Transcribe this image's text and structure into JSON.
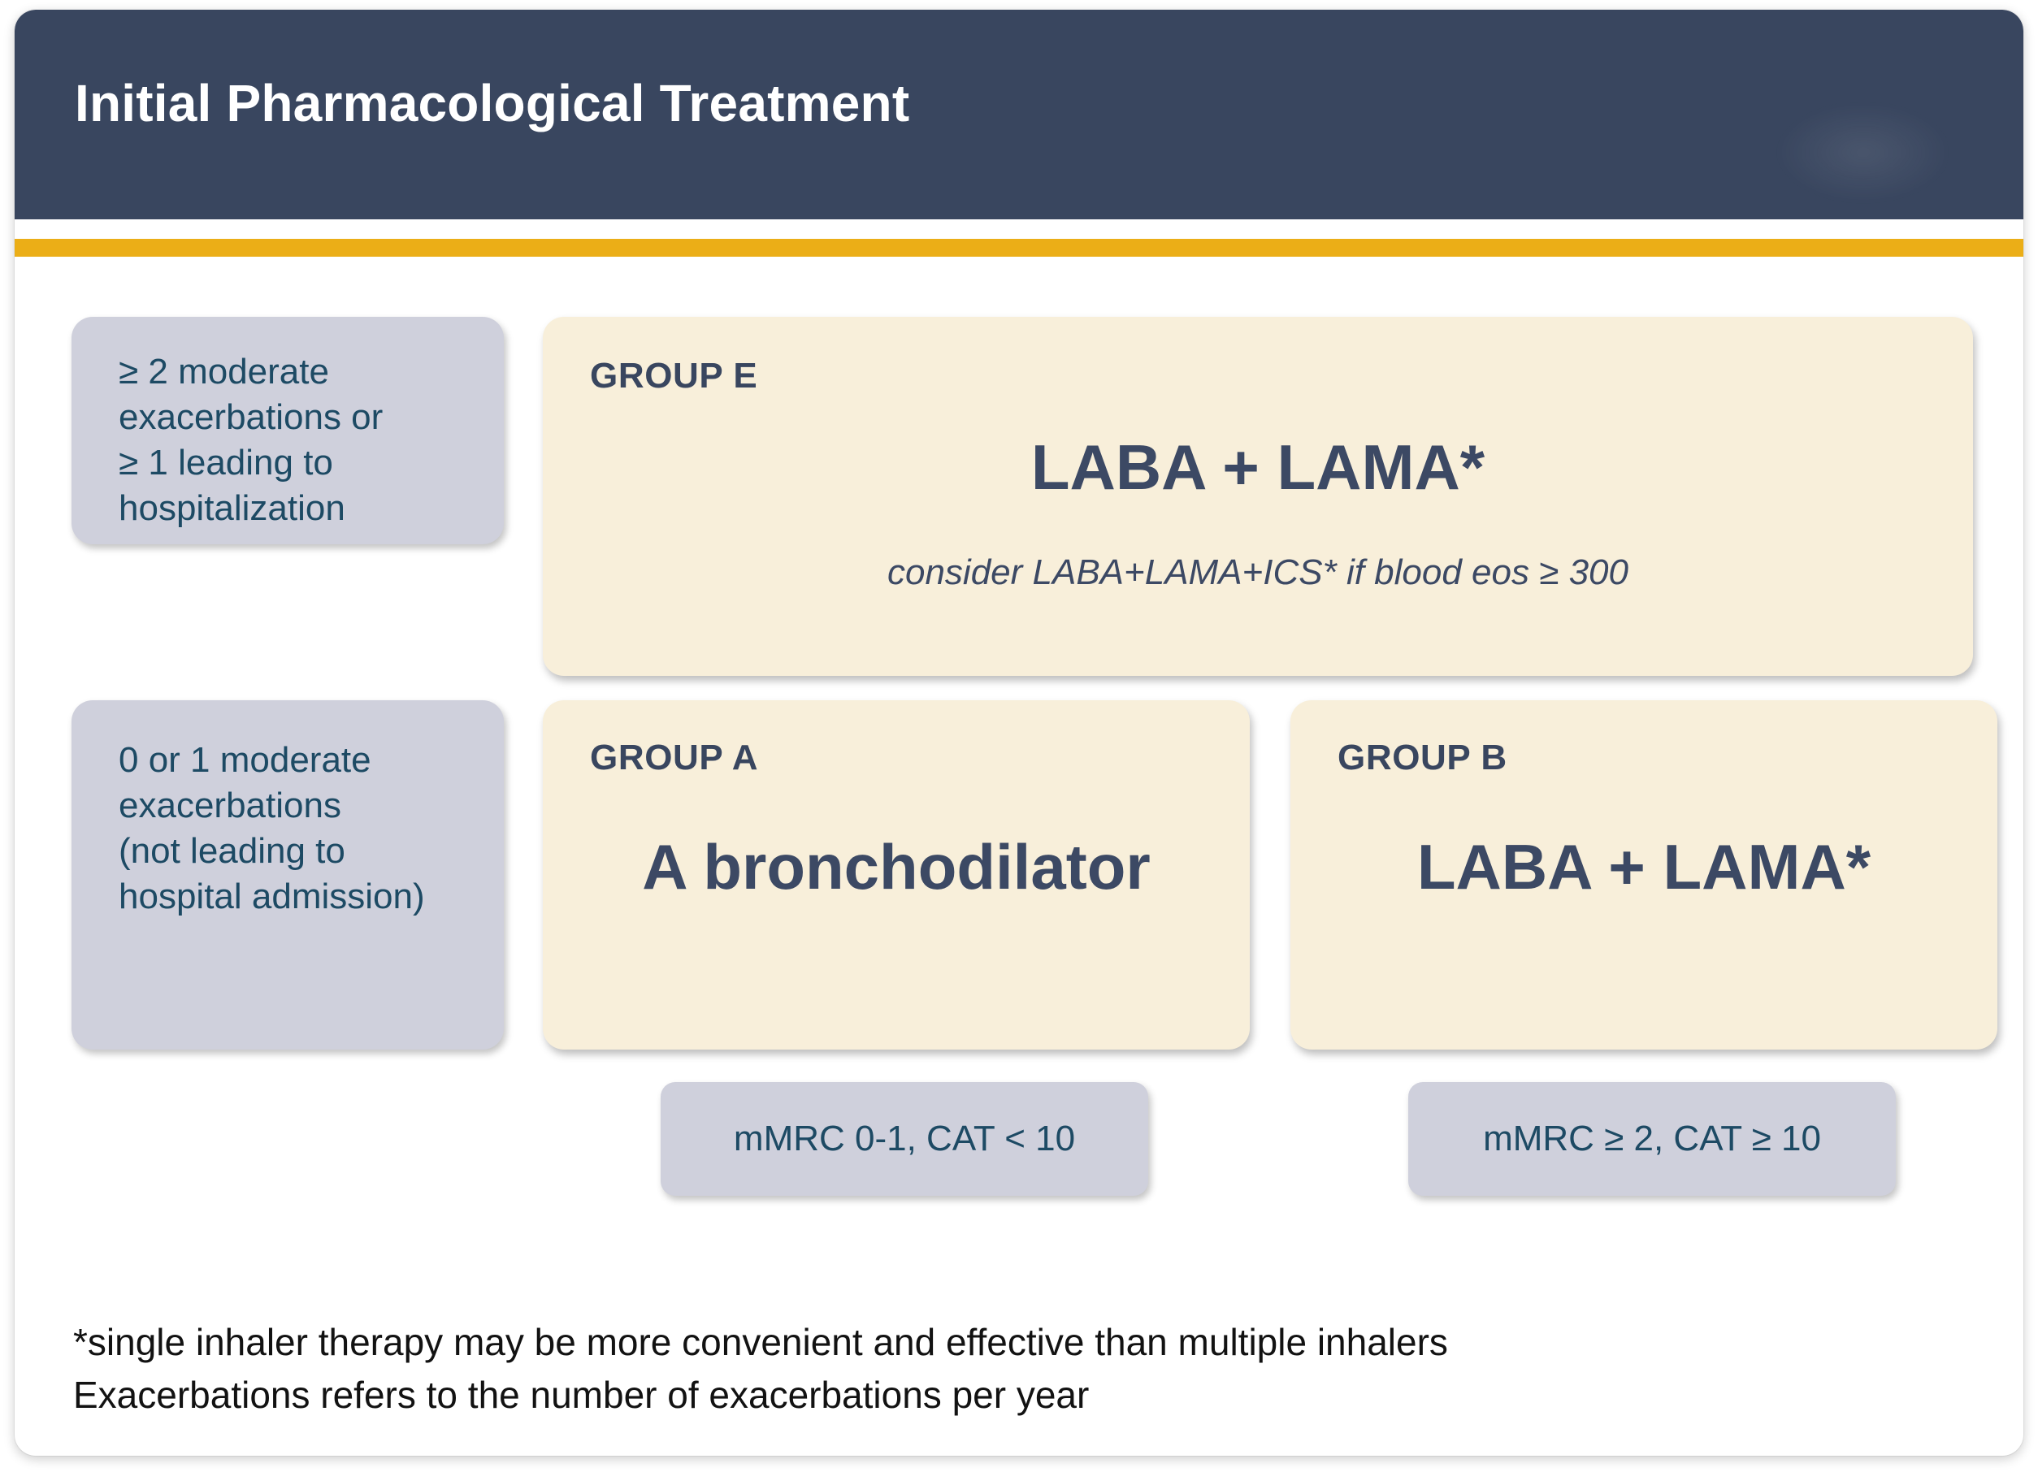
{
  "header": {
    "title": "Initial Pharmacological Treatment",
    "background_color": "#39465F",
    "title_color": "#FFFFFF",
    "watermark_icon": "faint-logo-watermark"
  },
  "accent": {
    "gold_rule_color": "#EBAE17"
  },
  "palette": {
    "gray_box_fill": "#CFD0DC",
    "gray_box_text": "#1D4A64",
    "cream_box_fill": "#F8EFDA",
    "cream_box_text": "#3C4964",
    "card_background": "#FFFFFF",
    "footnote_text": "#121212"
  },
  "rows": [
    {
      "criteria": {
        "name": "exacerbation-criteria-high",
        "lines": [
          "≥ 2 moderate",
          "exacerbations or",
          "≥ 1 leading to",
          "hospitalization"
        ]
      },
      "groups": [
        {
          "label": "GROUP E",
          "treatment": "LABA + LAMA*",
          "note": "consider LABA+LAMA+ICS* if blood eos ≥ 300",
          "symptom_pill": null
        }
      ]
    },
    {
      "criteria": {
        "name": "exacerbation-criteria-low",
        "lines": [
          "0 or 1 moderate",
          "exacerbations",
          "(not leading to",
          "hospital admission)"
        ]
      },
      "groups": [
        {
          "label": "GROUP A",
          "treatment": "A bronchodilator",
          "note": null,
          "symptom_pill": "mMRC 0-1, CAT < 10"
        },
        {
          "label": "GROUP B",
          "treatment": "LABA + LAMA*",
          "note": null,
          "symptom_pill": "mMRC ≥ 2, CAT ≥ 10"
        }
      ]
    }
  ],
  "footnotes": {
    "line1": "*single inhaler therapy may be more convenient and effective than multiple inhalers",
    "line2": "Exacerbations refers to the number of exacerbations per year"
  }
}
